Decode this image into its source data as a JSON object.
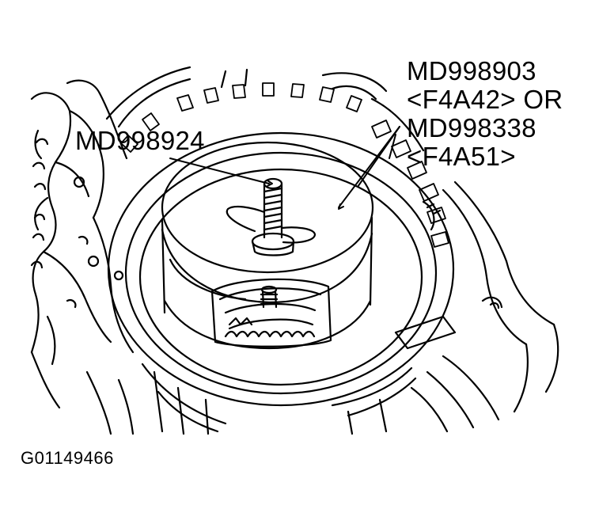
{
  "callouts": {
    "tool_a": "MD998924",
    "tool_b_line1": "MD998903",
    "tool_b_line2": "<F4A42> OR",
    "tool_b_line3": "MD998338",
    "tool_b_line4": "<F4A51>"
  },
  "figure_id": "G01149466",
  "colors": {
    "ink": "#000000",
    "paper": "#ffffff"
  }
}
